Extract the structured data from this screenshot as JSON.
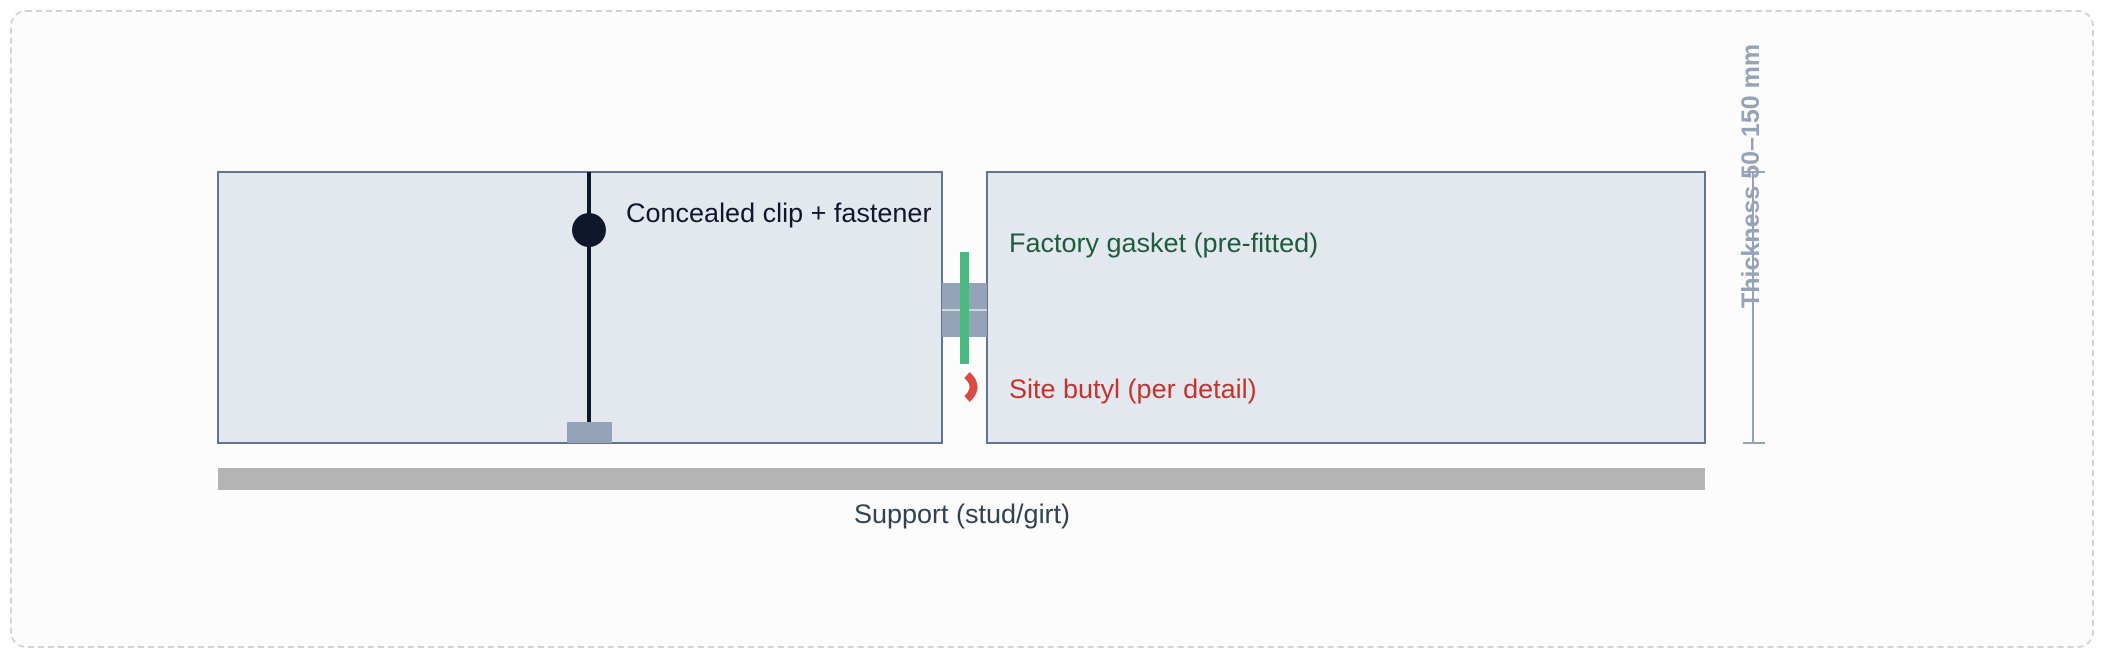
{
  "labels": {
    "clip": "Concealed clip + fastener",
    "gasket": "Factory gasket (pre-fitted)",
    "butyl": "Site butyl (per detail)",
    "support": "Support (stud/girt)",
    "thickness": "Thickness 50–150 mm"
  },
  "colors": {
    "panel_fill": "#e3e8ef",
    "panel_stroke": "#64748b",
    "support": "#b4b4b4",
    "clip": "#0f172a",
    "clip_plate": "#94a3b8",
    "joint": "#94a3b8",
    "gasket": "#4cb87f",
    "butyl": "#dc4a42",
    "gasket_text": "#1d5c3c",
    "butyl_text": "#c8322d",
    "support_text": "#334155",
    "dimension": "#94a3b8"
  }
}
